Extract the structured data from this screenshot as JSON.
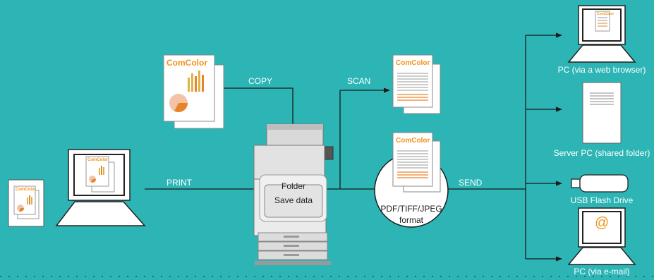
{
  "labels": {
    "copy": "COPY",
    "scan": "SCAN",
    "print": "PRINT",
    "send": "SEND",
    "folder": "Folder",
    "save_data": "Save data",
    "format_line1": "PDF/TIFF/JPEG",
    "format_line2": "format",
    "pc_web": "PC (via a web browser)",
    "server_pc": "Server PC (shared folder)",
    "usb": "USB Flash Drive",
    "pc_email": "PC (via e-mail)"
  },
  "brand": {
    "name": "ComColor",
    "email_symbol": "@"
  },
  "colors": {
    "background": "#2db5b6",
    "line": "#1a1a1a",
    "brand_orange": "#f0941d",
    "doc_bar_yellow": "#d8b44a",
    "doc_bar_orange": "#e9832a",
    "pie_peach": "#f3c3a8"
  }
}
